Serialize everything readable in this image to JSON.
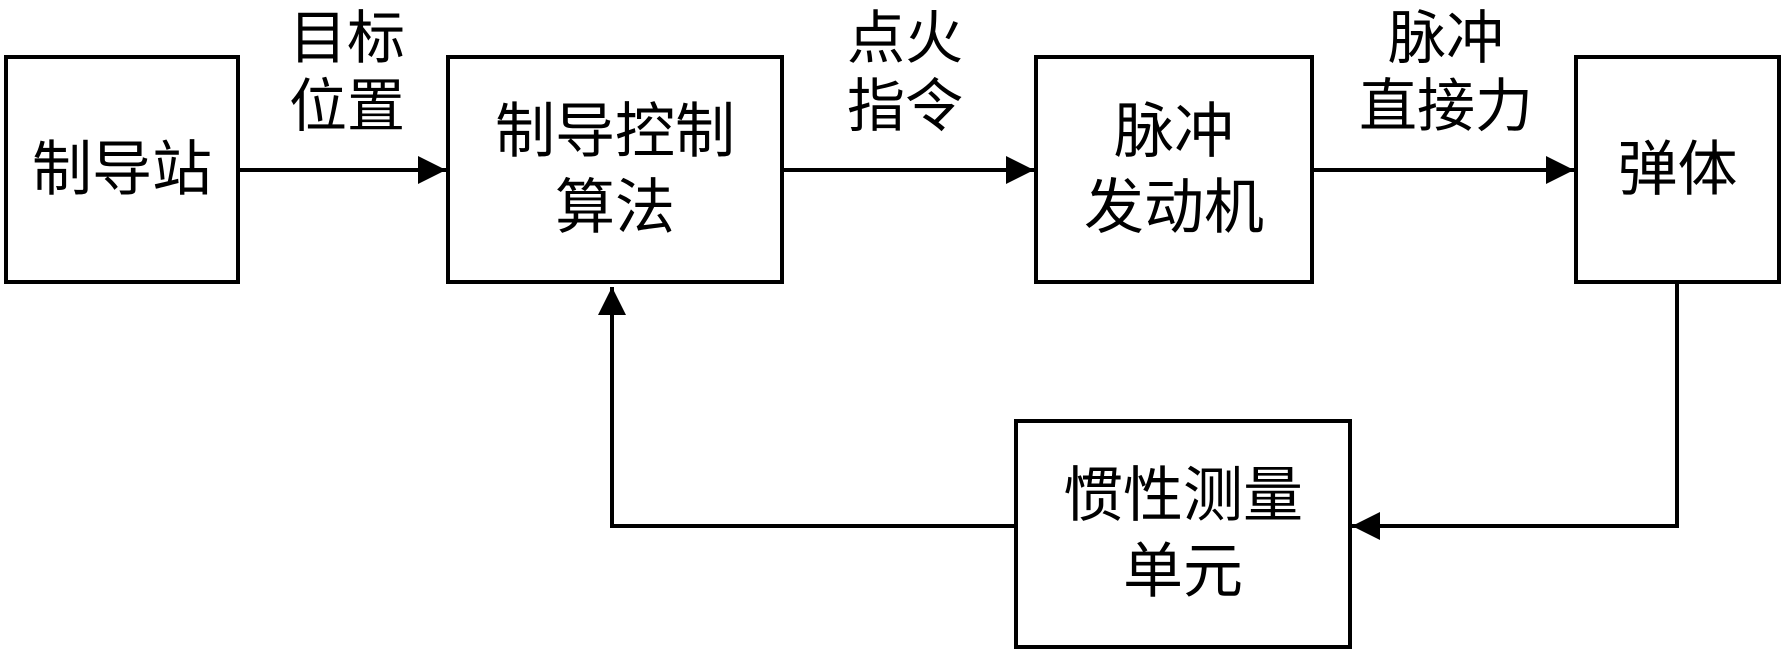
{
  "diagram": {
    "blocks": {
      "guidance_station": {
        "lines": [
          "制导站"
        ]
      },
      "control_algorithm": {
        "lines": [
          "制导控制",
          "算法"
        ]
      },
      "pulse_engine": {
        "lines": [
          "脉冲",
          "发动机"
        ]
      },
      "missile_body": {
        "lines": [
          "弹体"
        ]
      },
      "imu": {
        "lines": [
          "惯性测量",
          "单元"
        ]
      }
    },
    "edge_labels": {
      "target_position": {
        "lines": [
          "目标",
          "位置"
        ]
      },
      "ignition_command": {
        "lines": [
          "点火",
          "指令"
        ]
      },
      "pulse_force": {
        "lines": [
          "脉冲",
          "直接力"
        ]
      }
    }
  }
}
